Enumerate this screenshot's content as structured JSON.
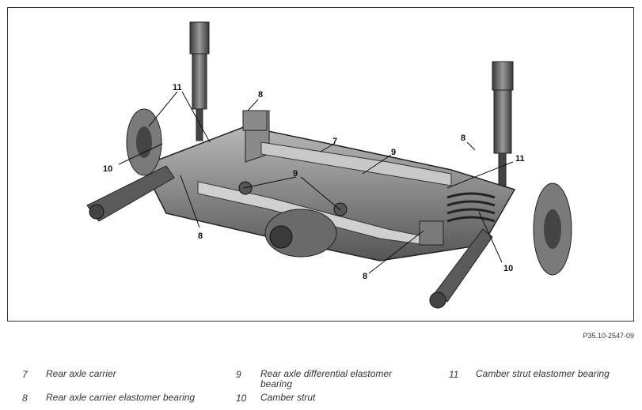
{
  "figure": {
    "code": "P35.10-2547-09",
    "callouts": [
      "11",
      "8",
      "7",
      "9",
      "8",
      "11",
      "10",
      "9",
      "8",
      "8",
      "10"
    ]
  },
  "legend": [
    {
      "number": "7",
      "text": "Rear axle carrier"
    },
    {
      "number": "8",
      "text": "Rear axle carrier elastomer bearing"
    },
    {
      "number": "9",
      "text": "Rear axle differential elastomer bearing"
    },
    {
      "number": "10",
      "text": "Camber strut"
    },
    {
      "number": "11",
      "text": "Camber strut elastomer bearing"
    }
  ]
}
